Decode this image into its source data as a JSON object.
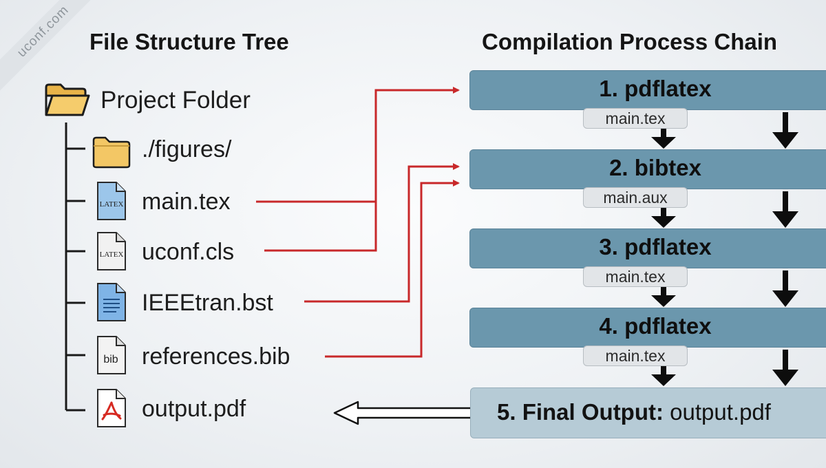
{
  "watermark": "uconf.com",
  "headings": {
    "tree": "File Structure Tree",
    "chain": "Compilation Process Chain"
  },
  "tree": {
    "root": "Project Folder",
    "items": [
      {
        "label": "./figures/",
        "icon": "folder-icon"
      },
      {
        "label": "main.tex",
        "icon": "latex-file-icon",
        "badge": "LATEX"
      },
      {
        "label": "uconf.cls",
        "icon": "latex-class-file-icon",
        "badge": "LATEX"
      },
      {
        "label": "IEEEtran.bst",
        "icon": "text-document-icon"
      },
      {
        "label": "references.bib",
        "icon": "bib-file-icon",
        "badge": "bib"
      },
      {
        "label": "output.pdf",
        "icon": "pdf-file-icon"
      }
    ]
  },
  "chain": {
    "stages": [
      {
        "label": "1. pdflatex",
        "input": "main.tex"
      },
      {
        "label": "2. bibtex",
        "input": "main.aux"
      },
      {
        "label": "3. pdflatex",
        "input": "main.tex"
      },
      {
        "label": "4. pdflatex",
        "input": "main.tex"
      }
    ],
    "final": {
      "prefix": "5. Final Output:",
      "file": "output.pdf"
    }
  },
  "colors": {
    "stage": "#6b97ad",
    "final": "#b6cbd6",
    "input_arrow": "#c8282a",
    "folder": "#f3c765"
  }
}
